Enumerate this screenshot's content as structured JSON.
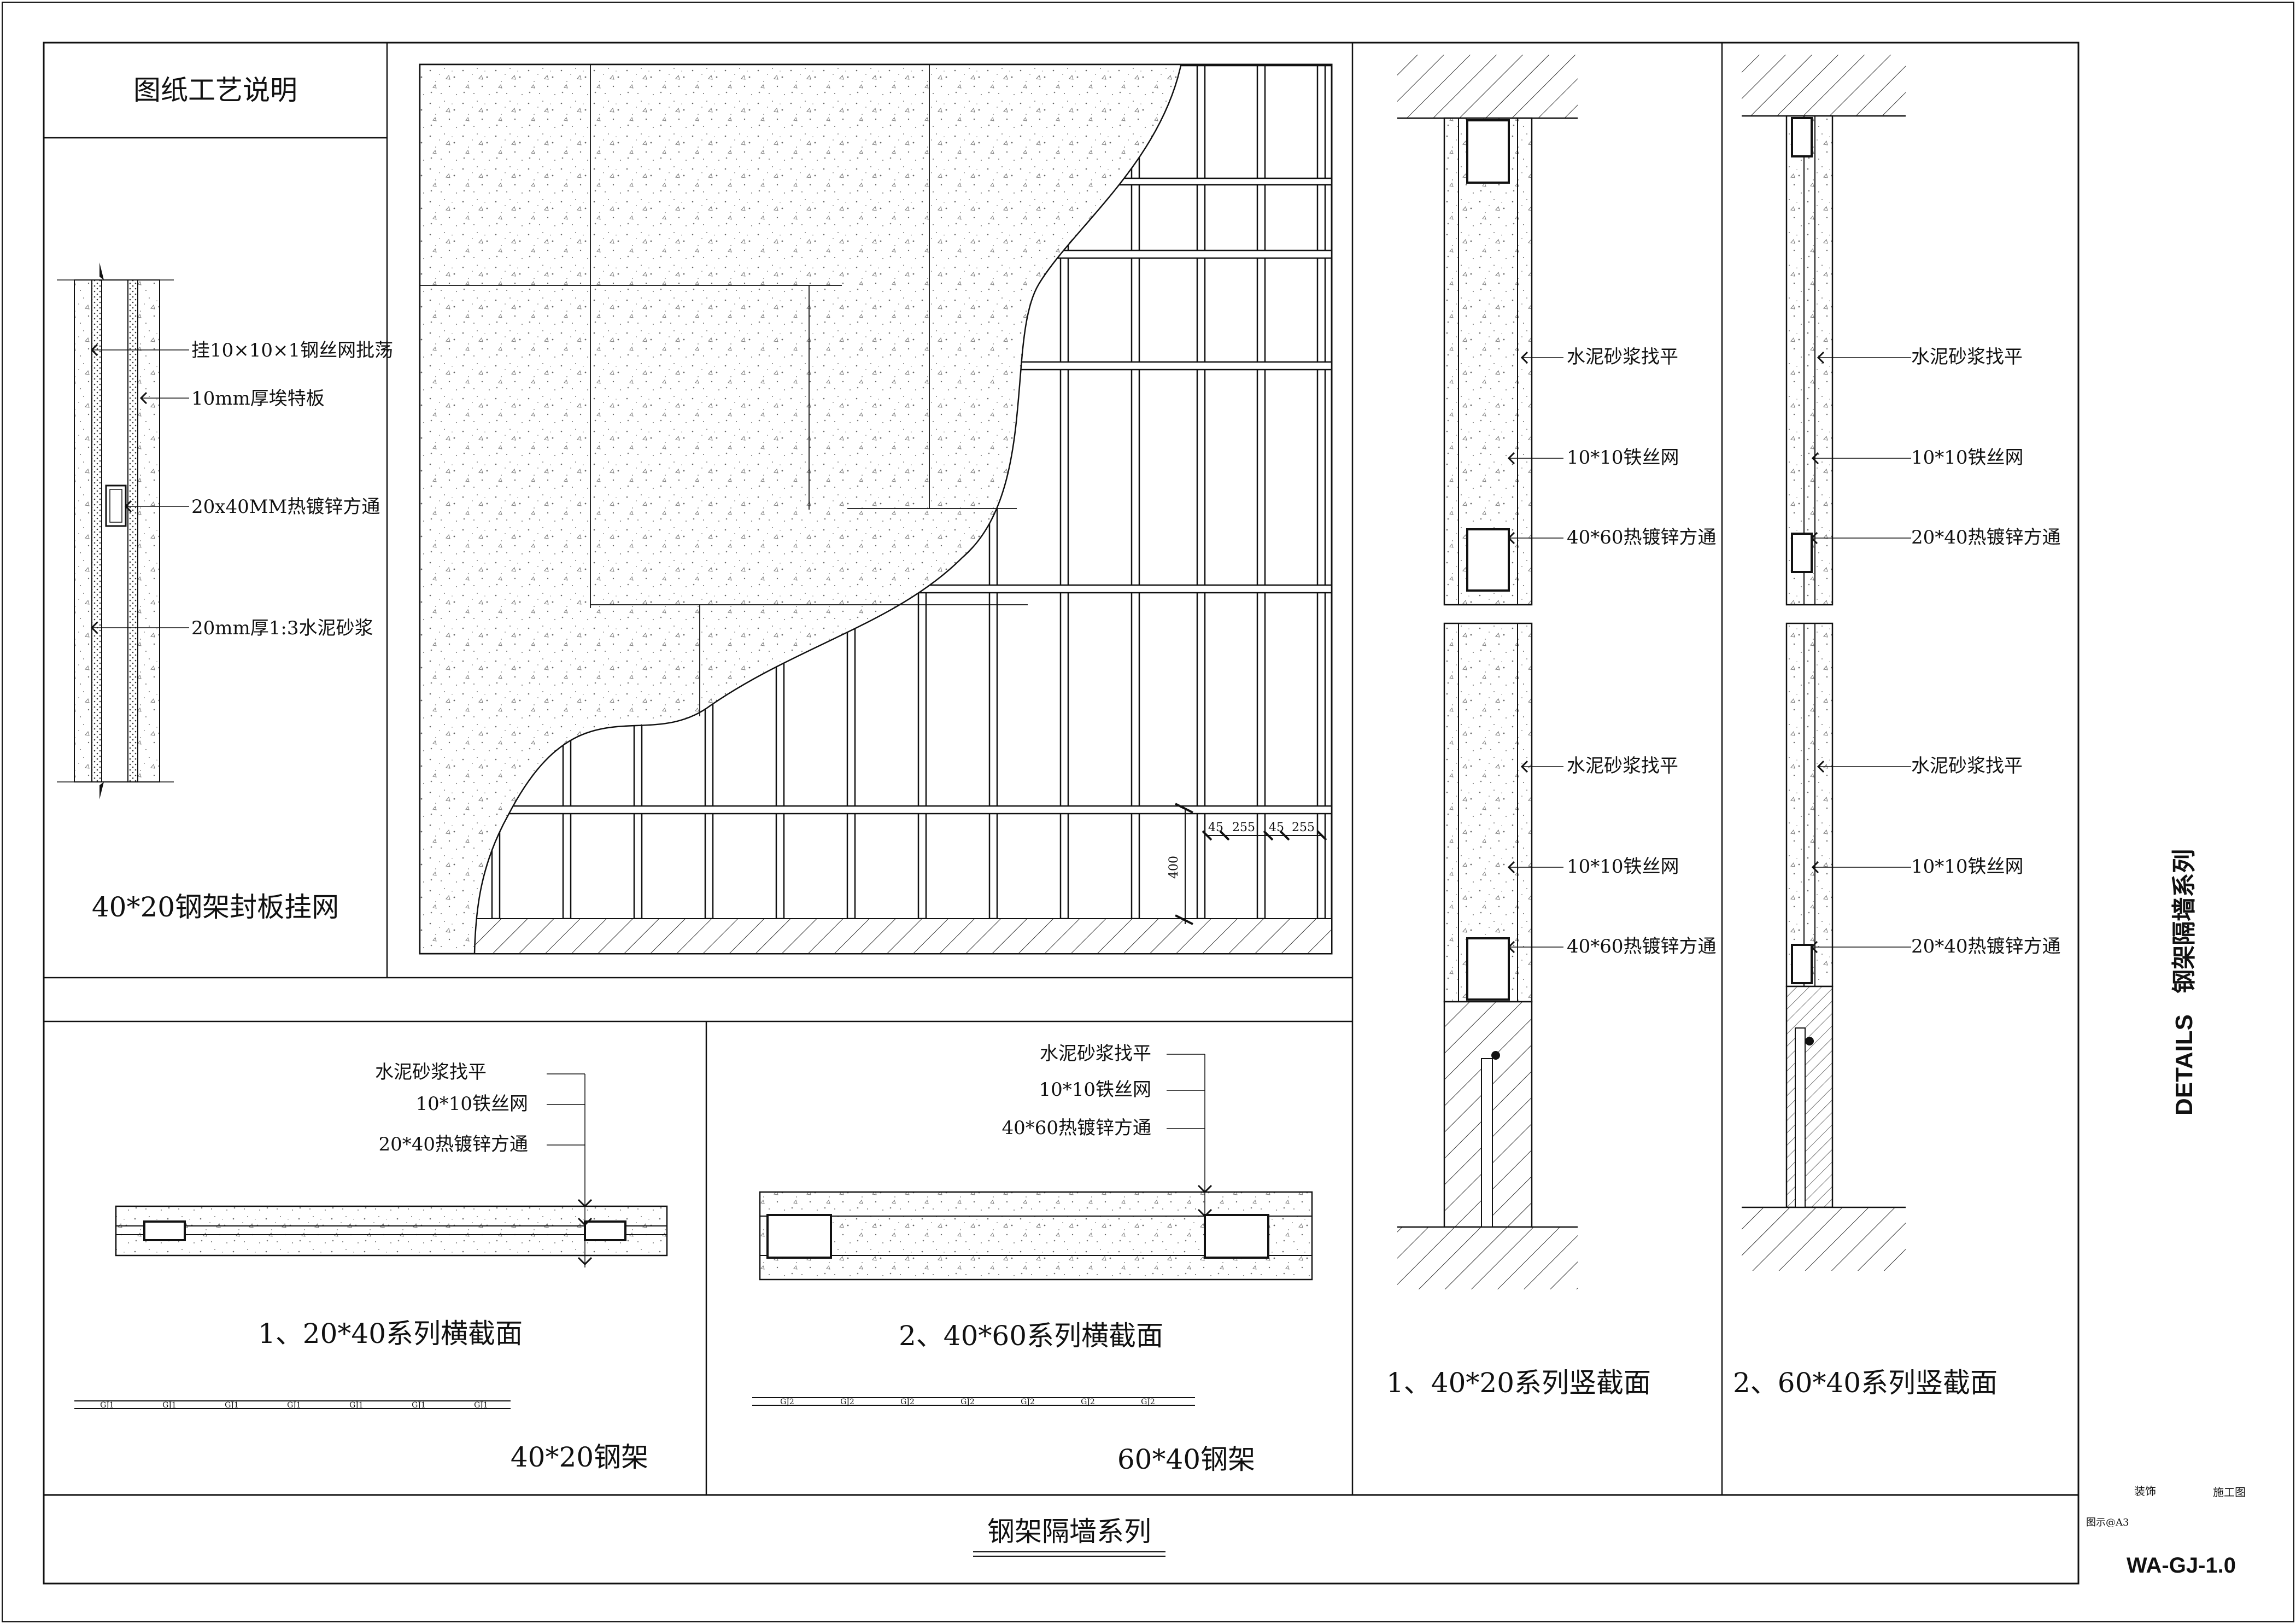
{
  "colors": {
    "line": "#111111",
    "paper": "#ffffff",
    "concrete_dots": "#555555"
  },
  "notes_header": "图纸工艺说明",
  "detail_a": {
    "labels": [
      "挂10×10×1钢丝网批荡",
      "10mm厚埃特板",
      "20x40MM热镀锌方通",
      "20mm厚1:3水泥砂浆"
    ],
    "caption": "40*20钢架封板挂网"
  },
  "elevation": {
    "dims": {
      "height": "400",
      "gap_a": "45",
      "spacing_a": "255",
      "gap_b": "45",
      "spacing_b": "255"
    }
  },
  "section_v1": {
    "upper_labels": [
      "水泥砂浆找平",
      "10*10铁丝网",
      "40*60热镀锌方通"
    ],
    "lower_labels": [
      "水泥砂浆找平",
      "10*10铁丝网",
      "40*60热镀锌方通"
    ],
    "caption": "1、40*20系列竖截面"
  },
  "section_v2": {
    "upper_labels": [
      "水泥砂浆找平",
      "10*10铁丝网",
      "20*40热镀锌方通"
    ],
    "lower_labels": [
      "水泥砂浆找平",
      "10*10铁丝网",
      "20*40热镀锌方通"
    ],
    "caption": "2、60*40系列竖截面"
  },
  "section_h1": {
    "labels": [
      "水泥砂浆找平",
      "10*10铁丝网",
      "20*40热镀锌方通"
    ],
    "caption": "1、20*40系列横截面",
    "frame_codes": [
      "GJ1",
      "GJ1",
      "GJ1",
      "GJ1",
      "GJ1",
      "GJ1",
      "GJ1"
    ],
    "frame_caption": "40*20钢架"
  },
  "section_h2": {
    "labels": [
      "水泥砂浆找平",
      "10*10铁丝网",
      "40*60热镀锌方通"
    ],
    "caption": "2、40*60系列横截面",
    "frame_codes": [
      "GJ2",
      "GJ2",
      "GJ2",
      "GJ2",
      "GJ2",
      "GJ2",
      "GJ2"
    ],
    "frame_caption": "60*40钢架"
  },
  "sheet_title": "钢架隔墙系列",
  "title_block": {
    "vertical_en": "DETAILS",
    "vertical_cn": "钢架隔墙系列",
    "field_a": "装饰",
    "field_b": "施工图",
    "scale": "图示@A3",
    "drawing_no": "WA-GJ-1.0"
  }
}
